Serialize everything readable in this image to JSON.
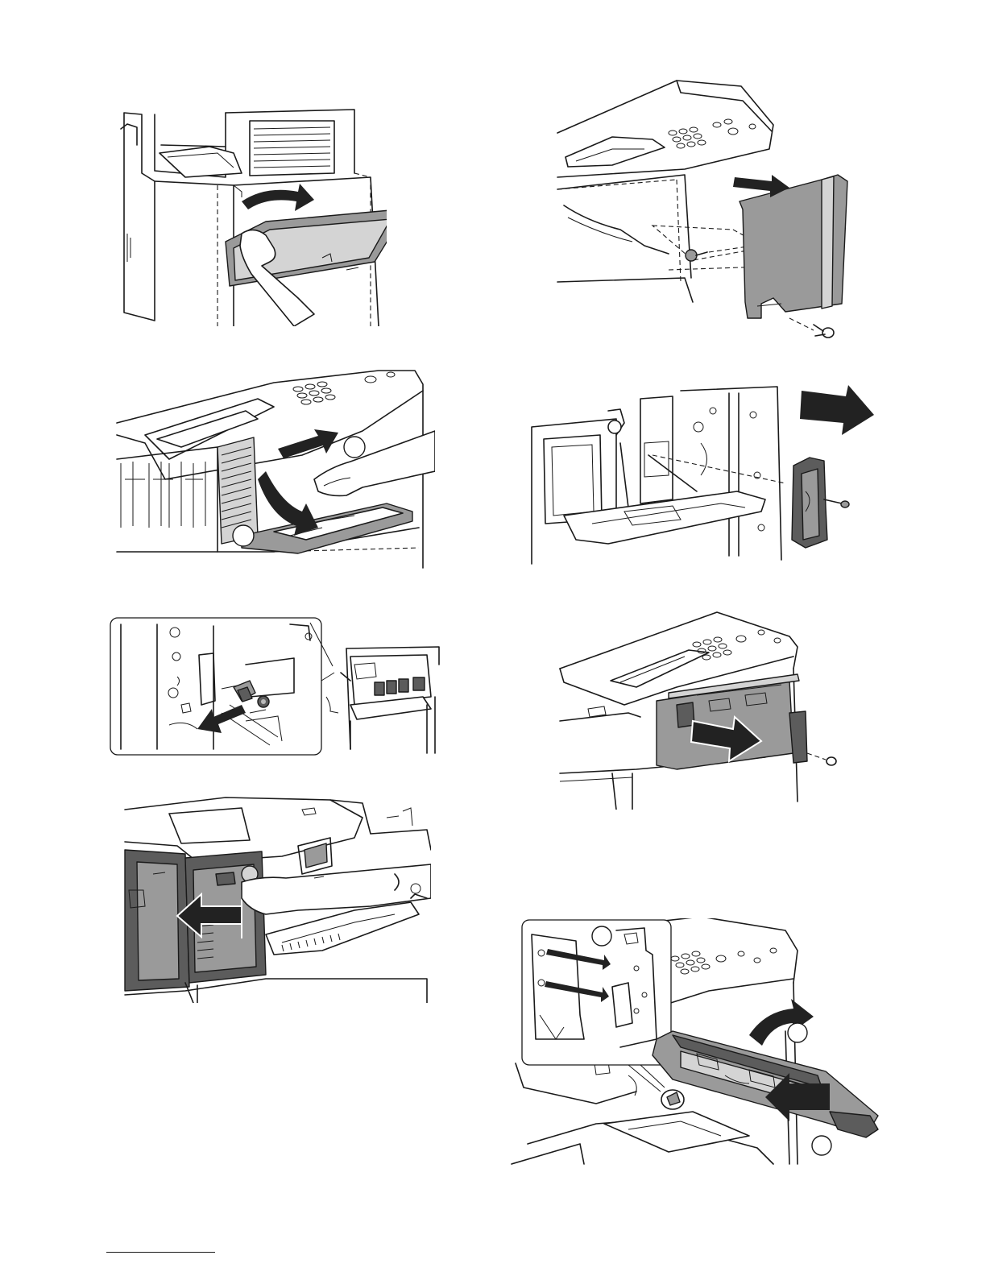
{
  "figures": [
    {
      "name": "step-remove-front-cover"
    },
    {
      "name": "step-remove-right-cover"
    },
    {
      "name": "step-open-side-tray"
    },
    {
      "name": "step-remove-side-unit"
    },
    {
      "name": "step-release-lever"
    },
    {
      "name": "step-slide-out-module"
    },
    {
      "name": "step-pull-out-drum-unit"
    },
    {
      "name": "step-lift-out-transfer-unit"
    }
  ],
  "colors": {
    "line": "#1a1a1a",
    "shade-light": "#d4d4d4",
    "shade-mid": "#9a9a9a",
    "shade-dark": "#5c5c5c"
  }
}
